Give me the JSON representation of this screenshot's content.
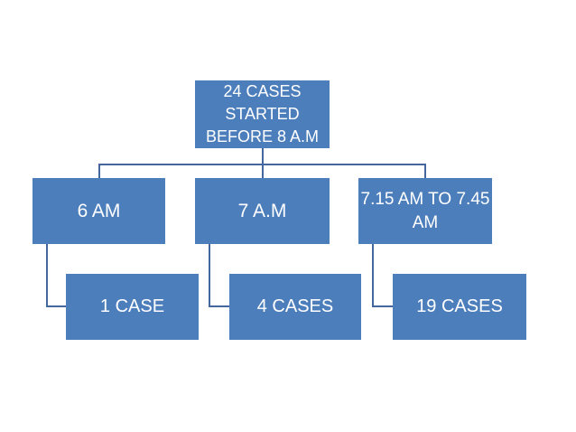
{
  "diagram": {
    "type": "hierarchy",
    "colors": {
      "background": "#ffffff",
      "node_fill": "#4d7ebc",
      "node_text": "#ffffff",
      "connector": "#44689e"
    },
    "nodes": {
      "root": {
        "label": "24 CASES STARTED BEFORE 8 A.M",
        "lines": [
          "24 CASES",
          "STARTED",
          "BEFORE 8 A.M"
        ]
      },
      "six_am": {
        "label": "6 AM"
      },
      "seven_am": {
        "label": "7 A.M"
      },
      "seven_fifteen": {
        "label": "7.15 AM TO 7.45 AM",
        "lines": [
          "7.15 AM TO 7.45",
          "AM"
        ]
      },
      "one_case": {
        "label": "1 CASE"
      },
      "four_cases": {
        "label": "4 CASES"
      },
      "nineteen_cases": {
        "label": "19 CASES"
      }
    },
    "edges": [
      {
        "from": "root",
        "to": "six_am"
      },
      {
        "from": "root",
        "to": "seven_am"
      },
      {
        "from": "root",
        "to": "seven_fifteen"
      },
      {
        "from": "six_am",
        "to": "one_case"
      },
      {
        "from": "seven_am",
        "to": "four_cases"
      },
      {
        "from": "seven_fifteen",
        "to": "nineteen_cases"
      }
    ]
  }
}
